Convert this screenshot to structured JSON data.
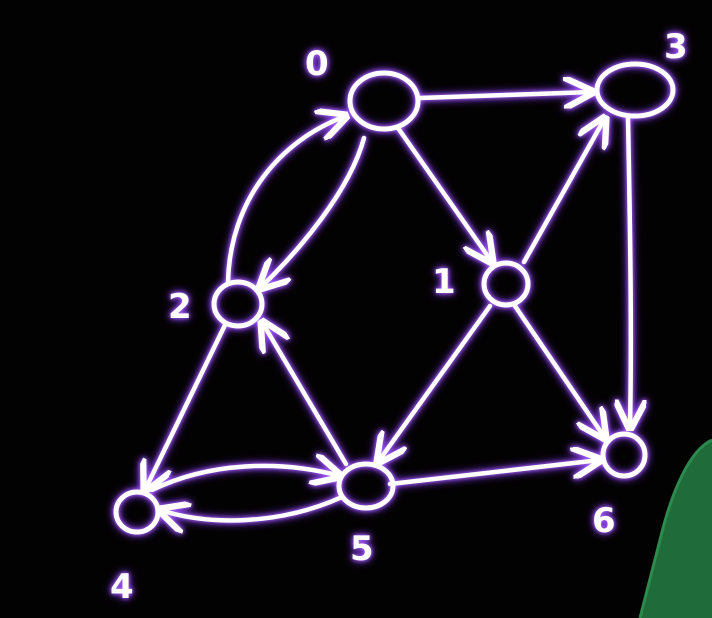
{
  "diagram": {
    "nodes": [
      {
        "id": "0",
        "label": "0"
      },
      {
        "id": "1",
        "label": "1"
      },
      {
        "id": "2",
        "label": "2"
      },
      {
        "id": "3",
        "label": "3"
      },
      {
        "id": "4",
        "label": "4"
      },
      {
        "id": "5",
        "label": "5"
      },
      {
        "id": "6",
        "label": "6"
      }
    ],
    "edges": [
      {
        "from": "0",
        "to": "3"
      },
      {
        "from": "0",
        "to": "1"
      },
      {
        "from": "0",
        "to": "2"
      },
      {
        "from": "2",
        "to": "0"
      },
      {
        "from": "1",
        "to": "3"
      },
      {
        "from": "3",
        "to": "6"
      },
      {
        "from": "1",
        "to": "6"
      },
      {
        "from": "1",
        "to": "5"
      },
      {
        "from": "5",
        "to": "2"
      },
      {
        "from": "2",
        "to": "4"
      },
      {
        "from": "4",
        "to": "5"
      },
      {
        "from": "5",
        "to": "4"
      },
      {
        "from": "5",
        "to": "6"
      }
    ],
    "colors": {
      "chalk": "#ffffff",
      "glow": "#b46cff",
      "background": "#030203",
      "sweater": "#1f6b3a"
    }
  }
}
